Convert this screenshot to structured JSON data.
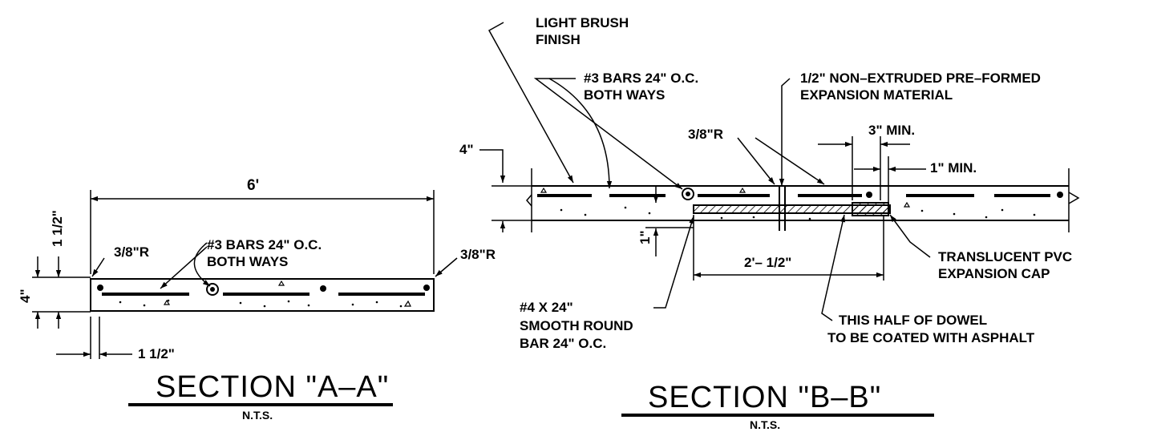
{
  "section_a": {
    "title": "SECTION \"A–A\"",
    "scale": "N.T.S.",
    "dim_width": "6'",
    "dim_top_cover": "1 1/2\"",
    "dim_thickness": "4\"",
    "dim_edge_cover": "1 1/2\"",
    "radius_left": "3/8\"R",
    "radius_right": "3/8\"R",
    "bars_line1": "#3 BARS 24\" O.C.",
    "bars_line2": "BOTH WAYS"
  },
  "section_b": {
    "title": "SECTION \"B–B\"",
    "scale": "N.T.S.",
    "finish_line1": "LIGHT BRUSH",
    "finish_line2": "FINISH",
    "bars_line1": "#3 BARS 24\" O.C.",
    "bars_line2": "BOTH WAYS",
    "expansion_line1": "1/2\" NON–EXTRUDED PRE–FORMED",
    "expansion_line2": "EXPANSION MATERIAL",
    "radius": "3/8\"R",
    "dim_cap_min": "3\" MIN.",
    "dim_gap_min": "1\" MIN.",
    "dim_thickness": "4\"",
    "dim_dowel_offset": "1\"",
    "dim_dowel_length": "2'– 1/2\"",
    "cap_line1": "TRANSLUCENT PVC",
    "cap_line2": "EXPANSION CAP",
    "dowel_line1": "#4 X 24\"",
    "dowel_line2": "SMOOTH ROUND",
    "dowel_line3": "BAR 24\" O.C.",
    "coating_line1": "THIS HALF OF DOWEL",
    "coating_line2": "TO BE COATED WITH ASPHALT"
  }
}
